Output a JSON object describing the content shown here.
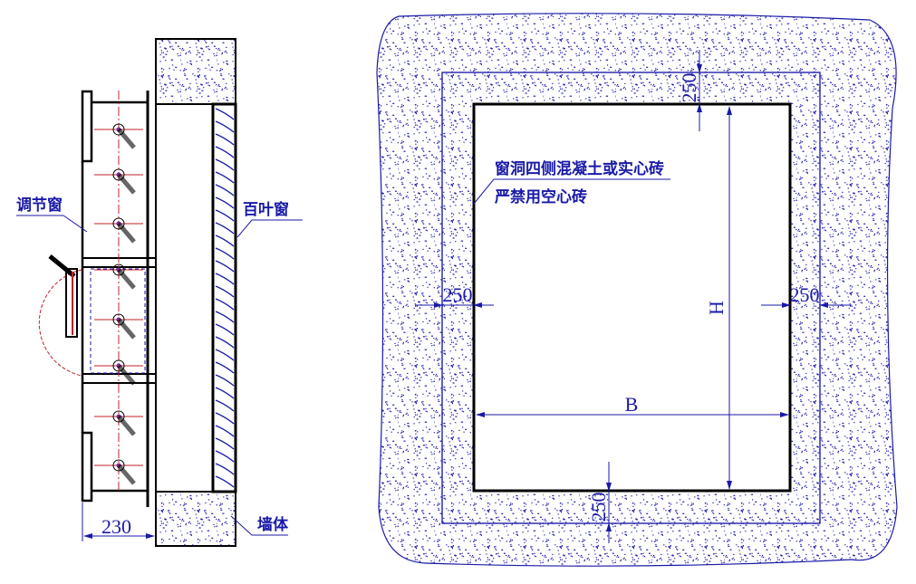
{
  "section_view": {
    "label_damper": "调节窗",
    "label_louver": "百叶窗",
    "label_wall": "墙体",
    "dim_depth": "230"
  },
  "opening_plan": {
    "note_line1": "窗洞四侧混凝土或实心砖",
    "note_line2": "严禁用空心砖",
    "dim_top": "250",
    "dim_bottom": "250",
    "dim_left": "250",
    "dim_right": "250",
    "dim_height": "H",
    "dim_width": "B"
  },
  "colors": {
    "annotation": "#1a1aa8",
    "centerline": "#c0202a",
    "outline": "#000000"
  }
}
